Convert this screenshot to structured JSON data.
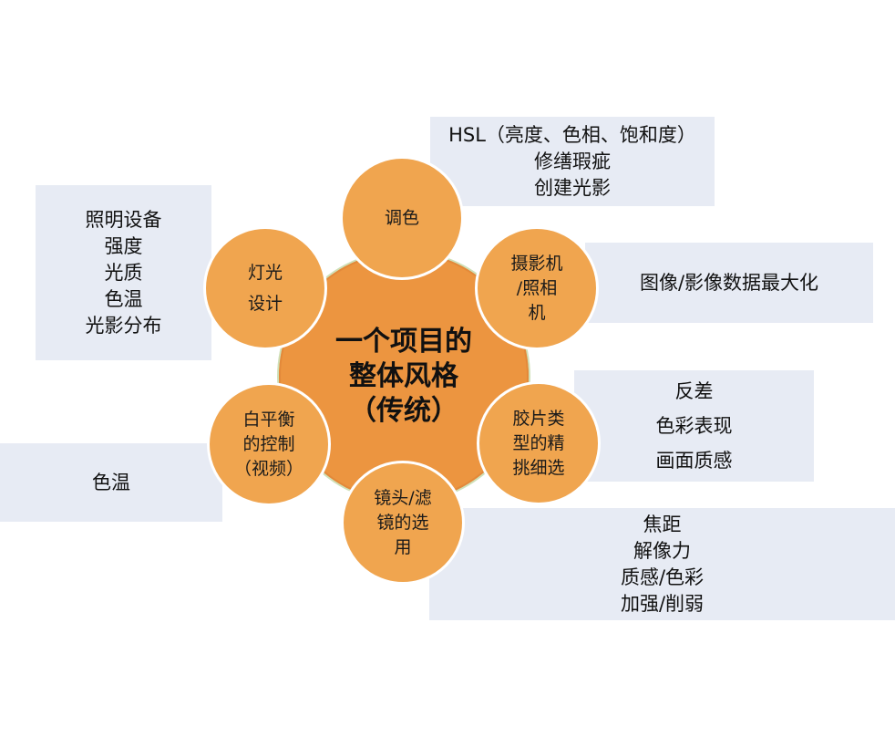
{
  "center": {
    "lines": [
      "一个项目的",
      "整体风格",
      "（传统）"
    ]
  },
  "nodes": {
    "color_grading": {
      "lines": [
        "调色"
      ]
    },
    "camera": {
      "lines": [
        "摄影机",
        "/照相",
        "机"
      ]
    },
    "film_stock": {
      "lines": [
        "胶片类",
        "型的精",
        "挑细选"
      ]
    },
    "lens_filter": {
      "lines": [
        "镜头/滤",
        "镜的选",
        "用"
      ]
    },
    "white_balance": {
      "lines": [
        "白平衡",
        "的控制",
        "（视频）"
      ]
    },
    "lighting": {
      "lines": [
        "灯光",
        "设计"
      ]
    }
  },
  "boxes": {
    "color_grading": {
      "lines": [
        "HSL（亮度、色相、饱和度）",
        "修缮瑕疵",
        "创建光影"
      ]
    },
    "camera": {
      "lines": [
        "图像/影像数据最大化"
      ]
    },
    "film_stock": {
      "lines": [
        "反差",
        "色彩表现",
        "画面质感"
      ]
    },
    "lens_filter": {
      "lines": [
        "焦距",
        "解像力",
        "质感/色彩",
        "加强/削弱"
      ]
    },
    "white_balance": {
      "lines": [
        "色温"
      ]
    },
    "lighting": {
      "lines": [
        "照明设备",
        "强度",
        "光质",
        "色温",
        "光影分布"
      ]
    }
  }
}
